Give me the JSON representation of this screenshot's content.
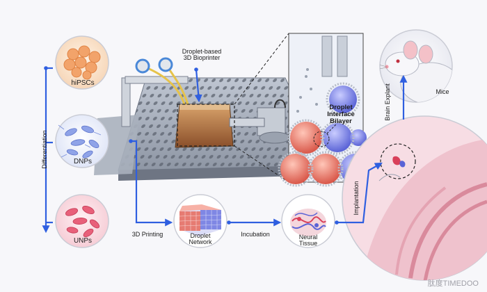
{
  "labels": {
    "hipscs": "hiPSCs",
    "dnps": "DNPs",
    "unps": "UNPs",
    "differentiation": "Differentiation",
    "printer_line1": "Droplet-based",
    "printer_line2": "3D Bioprinter",
    "printing": "3D Printing",
    "network_line1": "Droplet",
    "network_line2": "Network",
    "incubation": "Incubation",
    "tissue_line1": "Neural",
    "tissue_line2": "Tissue",
    "implantation": "Implantation",
    "bilayer_line1": "Droplet",
    "bilayer_line2": "Interface",
    "bilayer_line3": "Bilayer",
    "mice": "Mice",
    "brain_explant": "Brain Explant"
  },
  "watermark": "肽度TIMEDOO",
  "colors": {
    "arrow": "#2f5fe0",
    "red_droplet": "#e86a5a",
    "blue_droplet": "#6f78e0",
    "hipsc": "#f2a36a",
    "dnp": "#8fa3e8",
    "unp": "#e8607a"
  }
}
